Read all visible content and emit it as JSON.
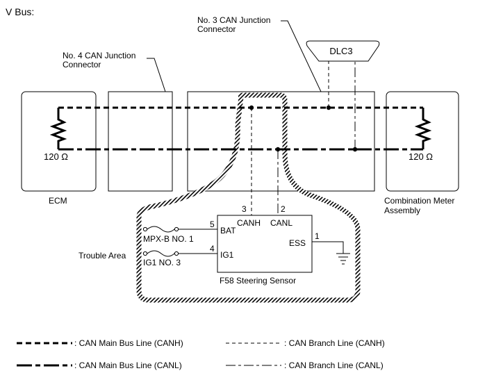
{
  "title": "V Bus:",
  "junction3": {
    "line1": "No. 3 CAN Junction",
    "line2": "Connector"
  },
  "junction4": {
    "line1": "No. 4 CAN Junction",
    "line2": "Connector"
  },
  "dlc3": "DLC3",
  "ecm": {
    "label": "ECM",
    "resistor": "120 Ω"
  },
  "meter": {
    "line1": "Combination Meter",
    "line2": "Assembly",
    "resistor": "120 Ω"
  },
  "trouble_area": "Trouble Area",
  "sensor": {
    "name": "F58 Steering Sensor",
    "pins": {
      "canh_num": "3",
      "canh": "CANH",
      "canl_num": "2",
      "canl": "CANL",
      "bat_num": "5",
      "bat": "BAT",
      "ig1_num": "4",
      "ig1": "IG1",
      "ess_num": "1",
      "ess": "ESS"
    }
  },
  "fuses": {
    "mpx": "MPX-B NO. 1",
    "ig1": "IG1 NO. 3"
  },
  "legend": {
    "main_canh": ": CAN Main Bus Line (CANH)",
    "main_canl": ": CAN Main Bus Line (CANL)",
    "branch_canh": ": CAN Branch Line (CANH)",
    "branch_canl": ": CAN Branch Line (CANL)"
  }
}
